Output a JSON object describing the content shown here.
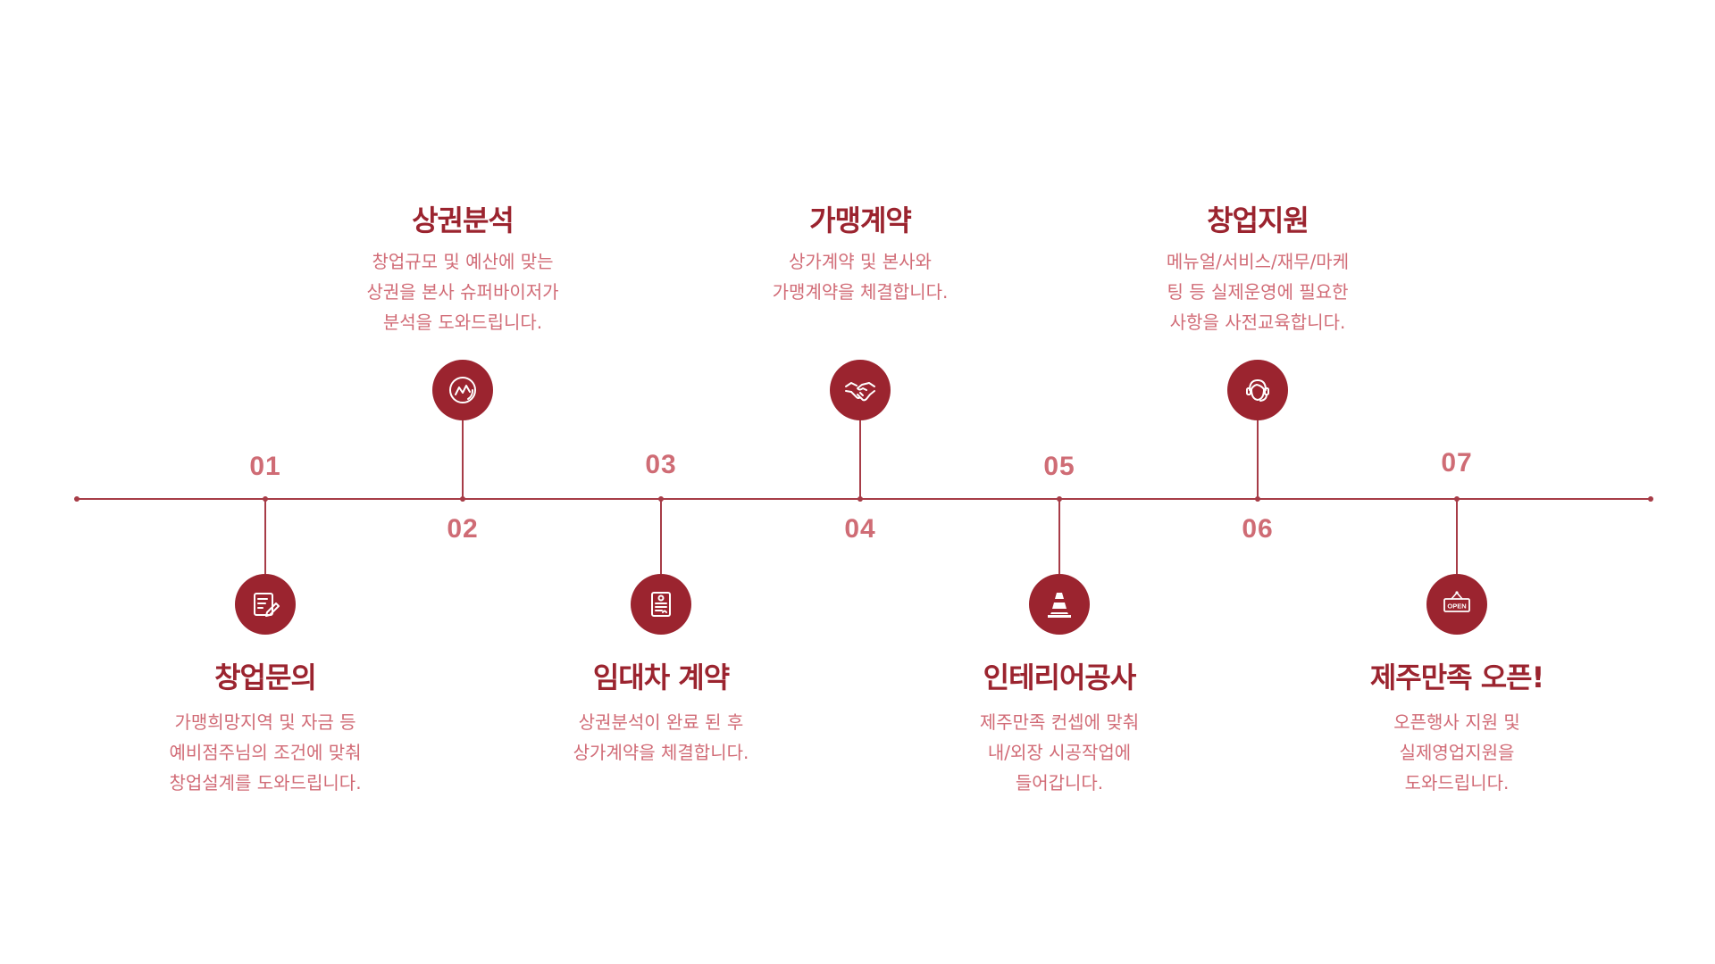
{
  "accent_color": "#9b242f",
  "line_color": "#a73c47",
  "text_color": "#d16b76",
  "steps": [
    {
      "number": "01",
      "title": "창업문의",
      "desc": [
        "가맹희망지역 및 자금 등",
        "예비점주님의 조건에 맞춰",
        "창업설계를 도와드립니다."
      ],
      "icon": "edit-document-icon"
    },
    {
      "number": "02",
      "title": "상권분석",
      "desc": [
        "창업규모 및 예산에 맞는",
        "상권을 본사 슈퍼바이저가",
        "분석을 도와드립니다."
      ],
      "icon": "market-analysis-icon"
    },
    {
      "number": "03",
      "title": "임대차 계약",
      "desc": [
        "상권분석이 완료 된 후",
        "상가계약을 체결합니다."
      ],
      "icon": "contract-icon"
    },
    {
      "number": "04",
      "title": "가맹계약",
      "desc": [
        "상가계약 및 본사와",
        "가맹계약을 체결합니다."
      ],
      "icon": "handshake-icon"
    },
    {
      "number": "05",
      "title": "인테리어공사",
      "desc": [
        "제주만족 컨셉에 맞춰",
        "내/외장 시공작업에",
        "들어갑니다."
      ],
      "icon": "traffic-cone-icon"
    },
    {
      "number": "06",
      "title": "창업지원",
      "desc": [
        "메뉴얼/서비스/재무/마케",
        "팅 등 실제운영에 필요한",
        "사항을 사전교육합니다."
      ],
      "icon": "headset-support-icon"
    },
    {
      "number": "07",
      "title": "제주만족 오픈!",
      "desc": [
        "오픈행사 지원 및",
        "실제영업지원을",
        "도와드립니다."
      ],
      "icon": "open-sign-icon",
      "icon_text": "OPEN"
    }
  ]
}
